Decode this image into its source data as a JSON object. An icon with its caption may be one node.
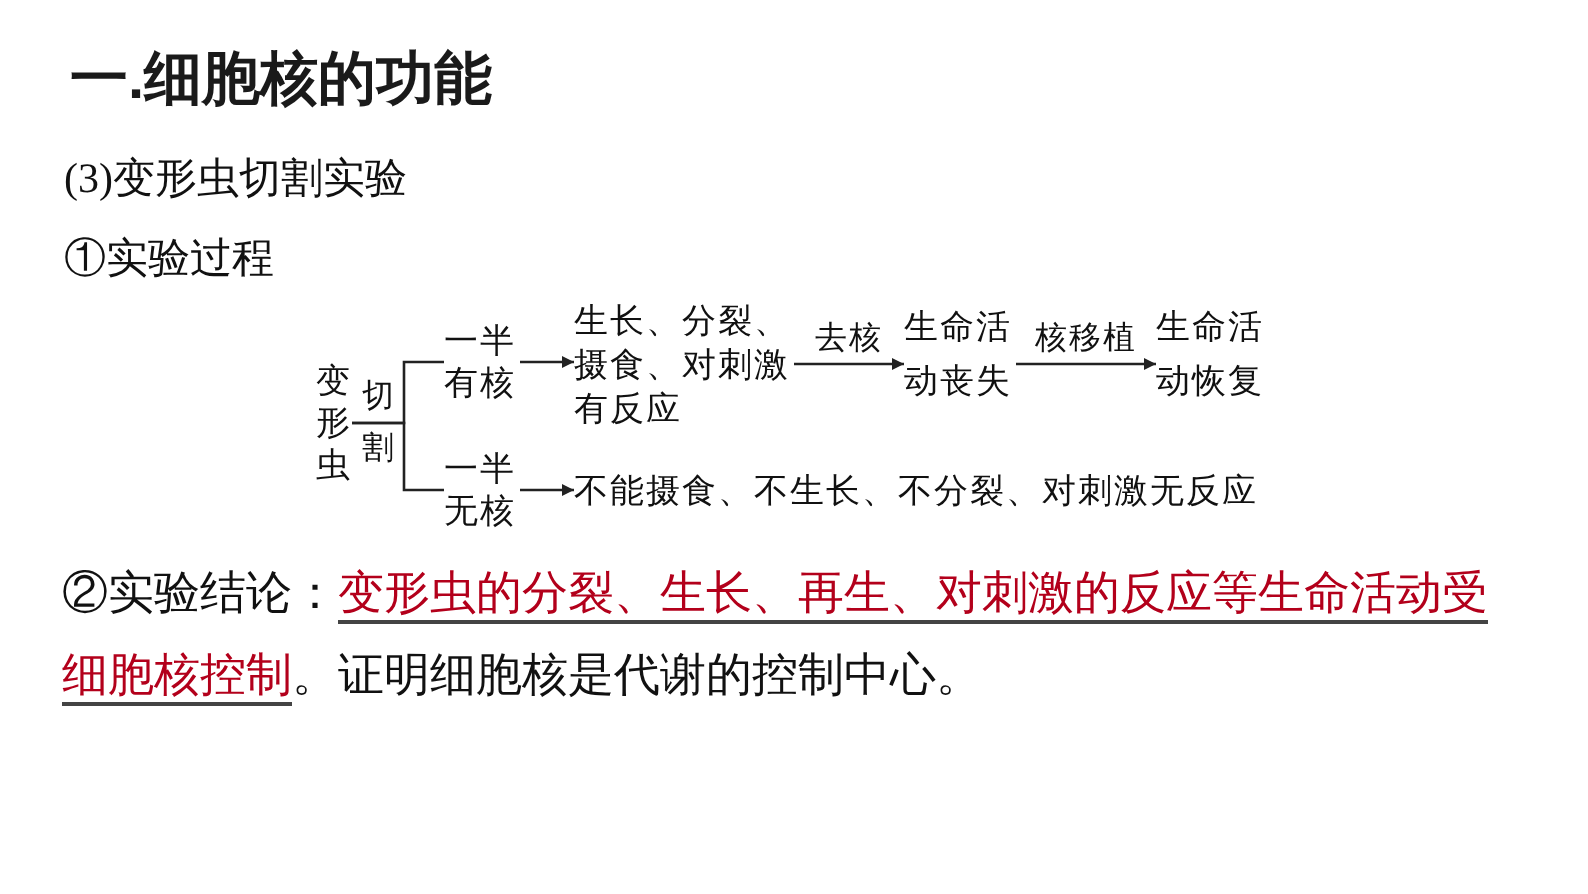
{
  "diagram": {
    "title": "一.细胞核的功能",
    "nodes": [
      {
        "text": [
          "变形虫"
        ]
      },
      {
        "text": [
          "一半有核"
        ]
      },
      {
        "text": [
          "生长、分裂、摄食、对刺激有反应"
        ]
      },
      {
        "text": [
          "生命活动丧失"
        ]
      },
      {
        "text": [
          "生命活动恢复"
        ]
      },
      {
        "text": [
          "一半无核"
        ]
      },
      {
        "text": [
          "不能摄食、不生长、不分裂、对刺激无反应"
        ]
      }
    ],
    "edges": [
      {
        "from": 0,
        "to": 1,
        "arrow": "none",
        "label": "切割"
      },
      {
        "from": 0,
        "to": 5,
        "arrow": "none"
      },
      {
        "from": 1,
        "to": 2,
        "arrow": "to"
      },
      {
        "from": 2,
        "to": 3,
        "arrow": "to",
        "label": "去核"
      },
      {
        "from": 3,
        "to": 4,
        "arrow": "to",
        "label": "核移植"
      },
      {
        "from": 5,
        "to": 6,
        "arrow": "to"
      }
    ],
    "labels": [
      "(3)变形虫切割实验",
      "①实验过程",
      "②实验结论：",
      "变形虫的分裂、生长、再生、对刺激的反应等生命活动受细胞核控制",
      "。证明细胞核是代谢的控制中心。"
    ]
  }
}
